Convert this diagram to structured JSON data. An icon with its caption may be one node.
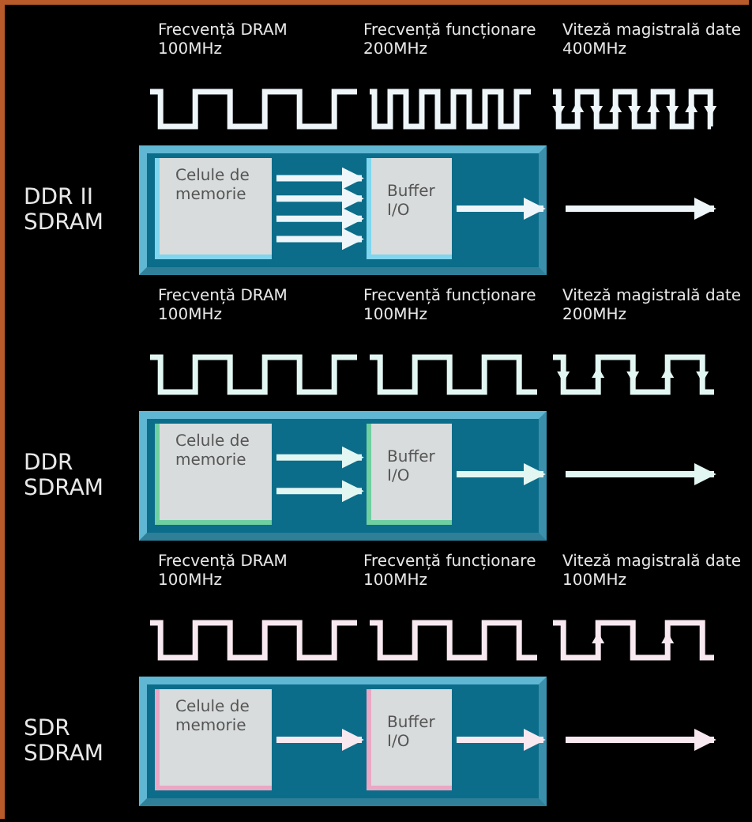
{
  "diagram": {
    "nodes": [
      {
        "text": [
          "DDR II SDRAM"
        ]
      },
      {
        "text": [
          "Celule de memorie"
        ],
        "in": 0
      },
      {
        "text": [
          "Buffer I/O"
        ],
        "in": 0
      },
      {
        "text": [
          "DDR SDRAM"
        ]
      },
      {
        "text": [
          "Celule de memorie"
        ],
        "in": 3
      },
      {
        "text": [
          "Buffer I/O"
        ],
        "in": 3
      },
      {
        "text": [
          "SDR SDRAM"
        ]
      },
      {
        "text": [
          "Celule de memorie"
        ],
        "in": 6
      },
      {
        "text": [
          "Buffer I/O"
        ],
        "in": 6
      }
    ],
    "edges": [
      {
        "from": 1,
        "to": 2,
        "arrow": "to"
      },
      {
        "from": 1,
        "to": 2,
        "arrow": "to"
      },
      {
        "from": 1,
        "to": 2,
        "arrow": "to"
      },
      {
        "from": 1,
        "to": 2,
        "arrow": "to"
      },
      {
        "from": 2,
        "to": null,
        "arrow": "to"
      },
      {
        "from": 4,
        "to": 5,
        "arrow": "to"
      },
      {
        "from": 4,
        "to": 5,
        "arrow": "to"
      },
      {
        "from": 5,
        "to": null,
        "arrow": "to"
      },
      {
        "from": 7,
        "to": 8,
        "arrow": "to"
      },
      {
        "from": 8,
        "to": null,
        "arrow": "to"
      }
    ],
    "labels": [
      "Frecvență DRAM 100MHz",
      "Frecvență funcționare 200MHz",
      "Viteză magistrală date 400MHz",
      "Frecvență DRAM 100MHz",
      "Frecvență funcționare 100MHz",
      "Viteză magistrală date 200MHz",
      "Frecvență DRAM 100MHz",
      "Frecvență funcționare 100MHz",
      "Viteză magistrală date 100MHz"
    ]
  }
}
